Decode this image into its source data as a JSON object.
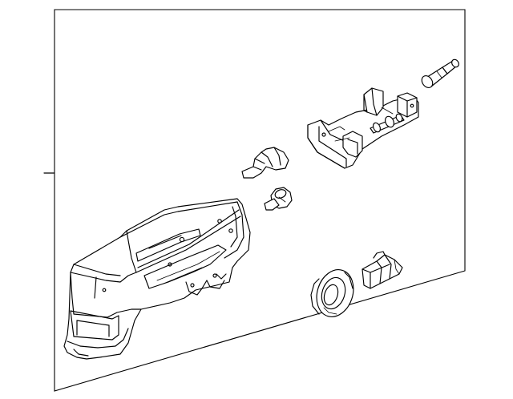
{
  "diagram": {
    "kind": "exploded parts illustration",
    "background": "#ffffff",
    "line_color": "#000000",
    "parts": [
      {
        "id": "glove-box-door",
        "icon": "glove-box-door-icon"
      },
      {
        "id": "lock-cylinder",
        "icon": "lock-cylinder-icon"
      },
      {
        "id": "latch-assembly",
        "icon": "latch-assembly-icon"
      },
      {
        "id": "latch-clip",
        "icon": "clip-icon"
      },
      {
        "id": "door-bumper",
        "icon": "bumper-icon"
      },
      {
        "id": "grommet",
        "icon": "grommet-icon"
      },
      {
        "id": "striker-bracket",
        "icon": "bracket-icon"
      }
    ]
  }
}
